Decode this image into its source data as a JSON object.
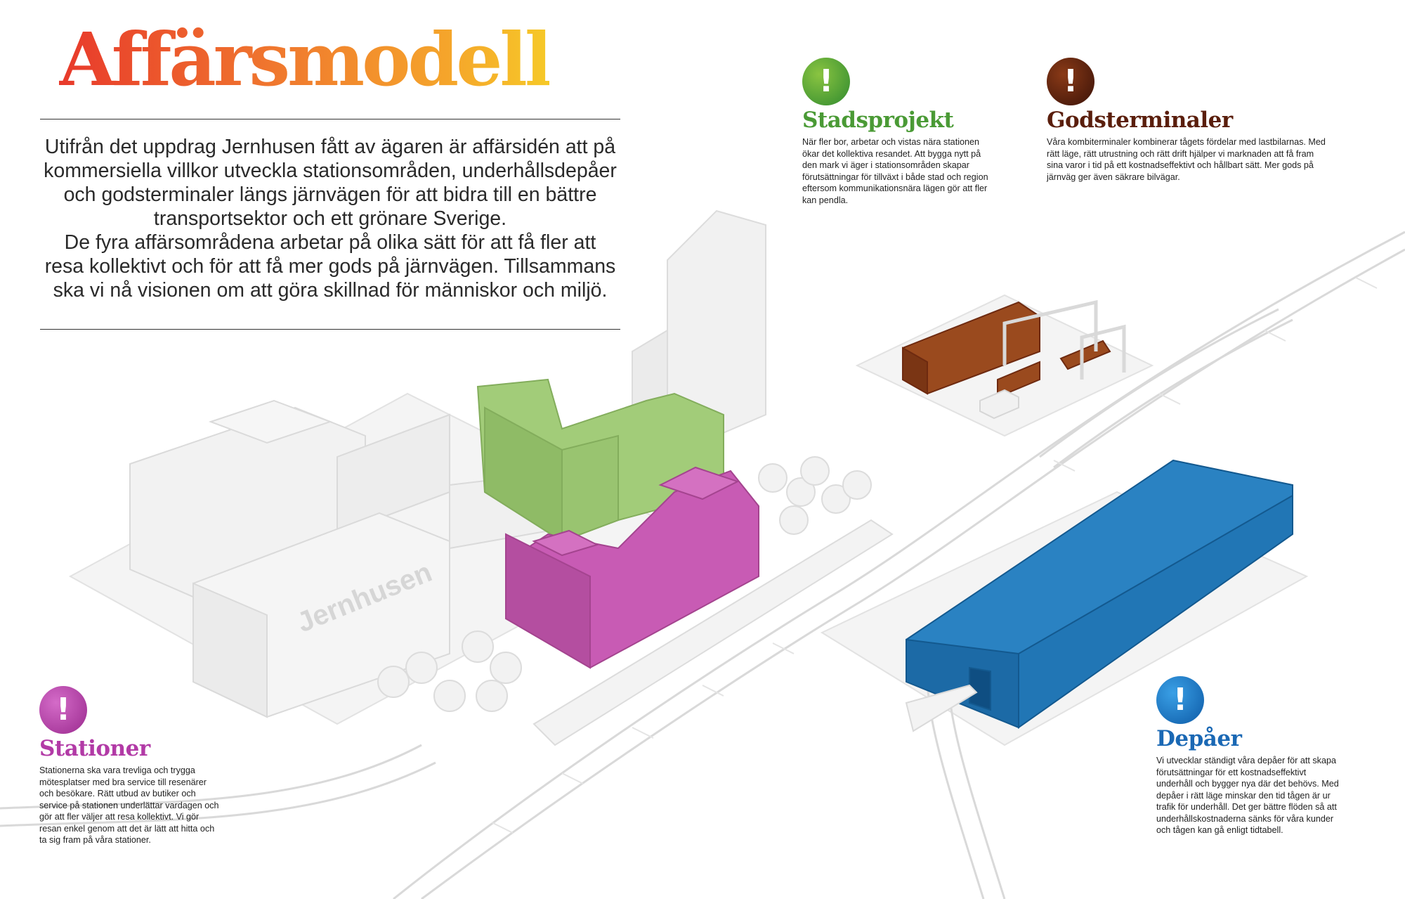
{
  "title": "Affärsmodell",
  "intro": {
    "paragraph1": "Utifrån det uppdrag Jernhusen fått av ägaren är affärsidén att på kommersiella villkor utveckla stationsområden, underhållsdepåer och godsterminaler längs järnvägen för att bidra till en bättre transportsektor och ett grönare Sverige.",
    "paragraph2": "De fyra affärsområdena arbetar på olika sätt för att få fler att resa kollektivt och för att få mer gods på järnvägen. Tillsammans ska vi nå visionen om att göra skillnad för människor och miljö."
  },
  "callouts": {
    "stadsprojekt": {
      "icon": "exclamation-icon",
      "symbol": "!",
      "title": "Stadsprojekt",
      "body": "När fler bor, arbetar och vistas nära stationen ökar det kollektiva resandet. Att bygga nytt på den mark vi äger i stationsområden skapar förutsättningar för tillväxt i både stad och region eftersom kommunikationsnära lägen gör att fler kan pendla."
    },
    "godsterminaler": {
      "icon": "exclamation-icon",
      "symbol": "!",
      "title": "Godsterminaler",
      "body": "Våra kombiterminaler kombinerar tågets fördelar med lastbilarnas. Med rätt läge, rätt utrustning och rätt drift hjälper vi marknaden att få fram sina varor i tid på ett kostnadseffektivt och hållbart sätt. Mer gods på järnväg ger även säkrare bilvägar."
    },
    "stationer": {
      "icon": "exclamation-icon",
      "symbol": "!",
      "title": "Stationer",
      "body": "Stationerna ska vara trevliga och trygga mötesplatser med bra service till resenärer och besökare. Rätt utbud av butiker och service på stationen underlättar vardagen och gör att fler väljer att resa kollektivt. Vi gör resan enkel genom att det är lätt att hitta och ta sig fram på våra stationer."
    },
    "depaer": {
      "icon": "exclamation-icon",
      "symbol": "!",
      "title": "Depåer",
      "body": "Vi utvecklar ständigt våra depåer för att skapa förutsättningar för ett kostnadseffektivt underhåll och bygger nya där det behövs. Med depåer i rätt läge minskar den tid tågen är ur trafik för underhåll. Det ger bättre flöden så att underhållskostnaderna sänks för våra kunder och tågen kan gå enligt tidtabell."
    }
  },
  "illustration": {
    "building_sign": "Jernhusen",
    "colors": {
      "stadsprojekt": "#93c06b",
      "stationer": "#c35bb0",
      "godsterminaler": "#8e3e18",
      "depaer": "#1f78b8",
      "neutral": "#eeeeee"
    }
  }
}
